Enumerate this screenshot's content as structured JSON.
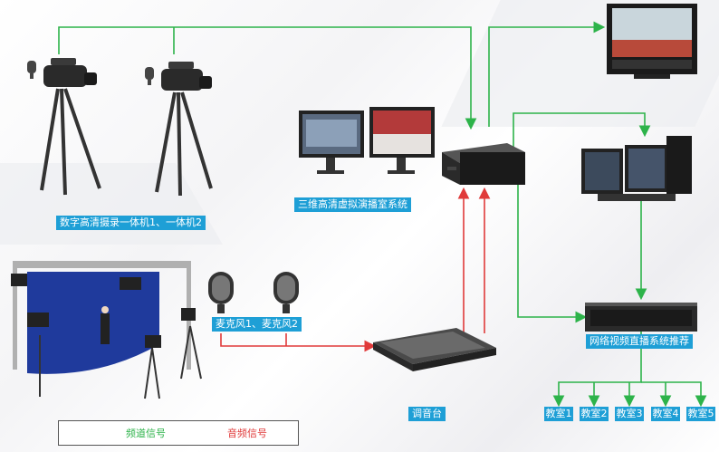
{
  "labels": {
    "cameras": "数字高清摄录一体机1、一体机2",
    "virtual_studio": "三维高清虚拟演播室系统",
    "microphones": "麦克风1、麦克风2",
    "mixer": "调音台",
    "streaming": "网络视频直播系统推荐"
  },
  "classrooms": [
    "教室1",
    "教室2",
    "教室3",
    "教室4",
    "教室5"
  ],
  "legend": {
    "video": "频道信号",
    "audio": "音频信号"
  },
  "colors": {
    "video_signal": "#2db34a",
    "audio_signal": "#e03a3a",
    "label_bg": "#1e9fd6",
    "bluescreen": "#1f3a9c"
  }
}
